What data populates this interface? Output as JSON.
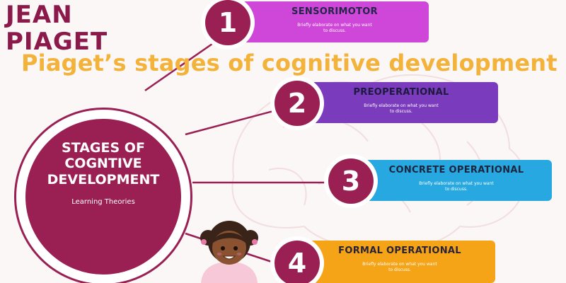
{
  "header": {
    "author_line_1": "JEAN",
    "author_line_2": "PIAGET",
    "title": "Piaget’s stages of cognitive development"
  },
  "hub": {
    "title": "STAGES OF\nCOGNTIVE\nDEVELOPMENT",
    "subtitle": "Learning Theories"
  },
  "stages": [
    {
      "number": "1",
      "name": "SENSORIMOTOR",
      "description": "Briefly elaborate on what you want\nto discuss.",
      "color": "#cf47d8"
    },
    {
      "number": "2",
      "name": "PREOPERATIONAL",
      "description": "Briefly elaborate on what you want\nto discuss.",
      "color": "#7b3bbd"
    },
    {
      "number": "3",
      "name": "CONCRETE OPERATIONAL",
      "description": "Briefly elaborate on what you want\nto discuss.",
      "color": "#27a8e0"
    },
    {
      "number": "4",
      "name": "FORMAL OPERATIONAL",
      "description": "Briefly elaborate on what you want\nto discuss.",
      "color": "#f6a417"
    }
  ],
  "colors": {
    "hub_accent": "#9a1f53",
    "title_accent": "#f3b23a",
    "background": "#fbf7f7"
  }
}
